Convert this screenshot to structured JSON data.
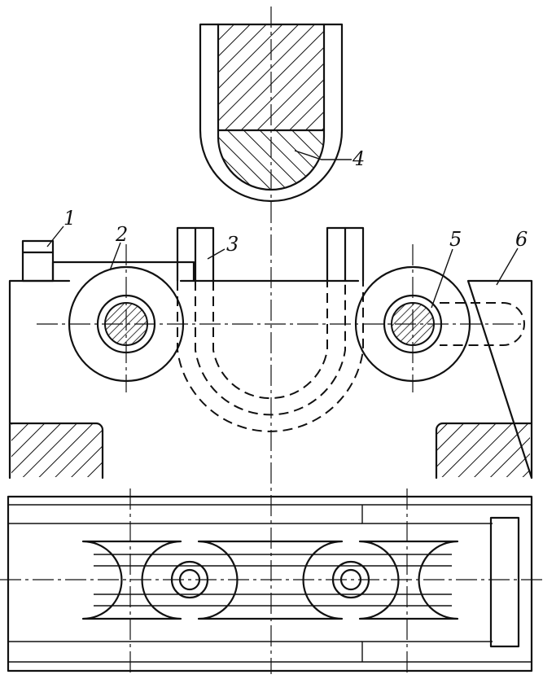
{
  "labels": {
    "part1": "1",
    "part2": "2",
    "part3": "3",
    "part4": "4",
    "part5": "5",
    "part6": "6"
  },
  "colors": {
    "ink": "#111111",
    "paper": "#ffffff"
  }
}
